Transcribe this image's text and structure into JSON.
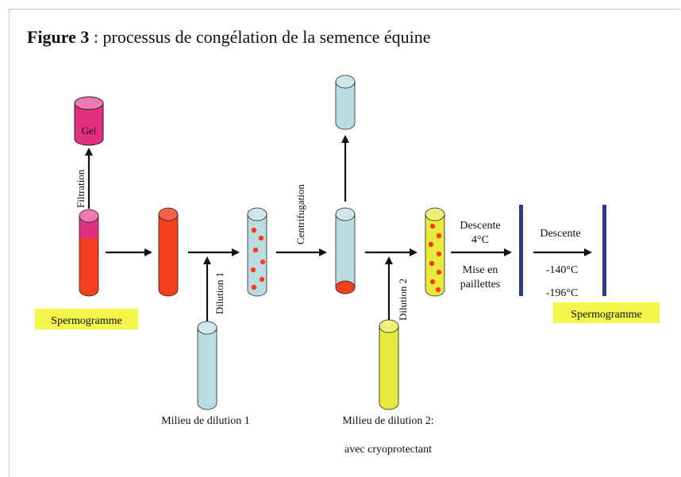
{
  "figure": {
    "number_label": "Figure 3",
    "title_text": " : processus de congélation de la semence équine"
  },
  "labels": {
    "gel": "Gel",
    "filtration": "Filtration",
    "spermogramme_start": "Spermogramme",
    "dilution1": "Dilution 1",
    "milieu1": "Milieu de dilution 1",
    "centrifugation": "Centrifugation",
    "dilution2": "Dilution 2",
    "milieu2_line1": "Milieu de dilution 2:",
    "milieu2_line2": "avec cryoprotectant",
    "descente_4": "Descente",
    "temp_4": "4°C",
    "mise_en": "Mise en",
    "paillettes": "paillettes",
    "descente_2": "Descente",
    "temp_140": "-140°C",
    "temp_196": "-196°C",
    "spermogramme_end": "Spermogramme"
  },
  "colors": {
    "semen_red": "#f2401f",
    "gel_pink": "#e0307f",
    "gel_top": "#ee79b2",
    "diluent_blue": "#b9dde0",
    "cryo_yellow": "#e6ea3c",
    "highlight": "#f2f54a",
    "divider_blue": "#2d3a8c",
    "sperm_dot": "#f2401f"
  }
}
